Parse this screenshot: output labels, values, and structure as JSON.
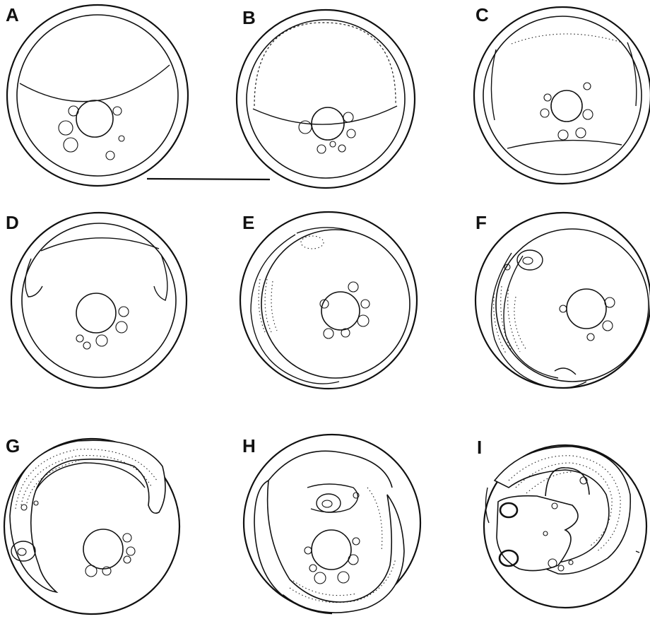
{
  "figure": {
    "panels": [
      {
        "id": "A",
        "label": "A"
      },
      {
        "id": "B",
        "label": "B"
      },
      {
        "id": "C",
        "label": "C"
      },
      {
        "id": "D",
        "label": "D"
      },
      {
        "id": "E",
        "label": "E"
      },
      {
        "id": "F",
        "label": "F"
      },
      {
        "id": "G",
        "label": "G"
      },
      {
        "id": "H",
        "label": "H"
      },
      {
        "id": "I",
        "label": "I"
      }
    ],
    "has_scale_bar": true,
    "line_color": "#111111",
    "background_color": "#ffffff"
  }
}
